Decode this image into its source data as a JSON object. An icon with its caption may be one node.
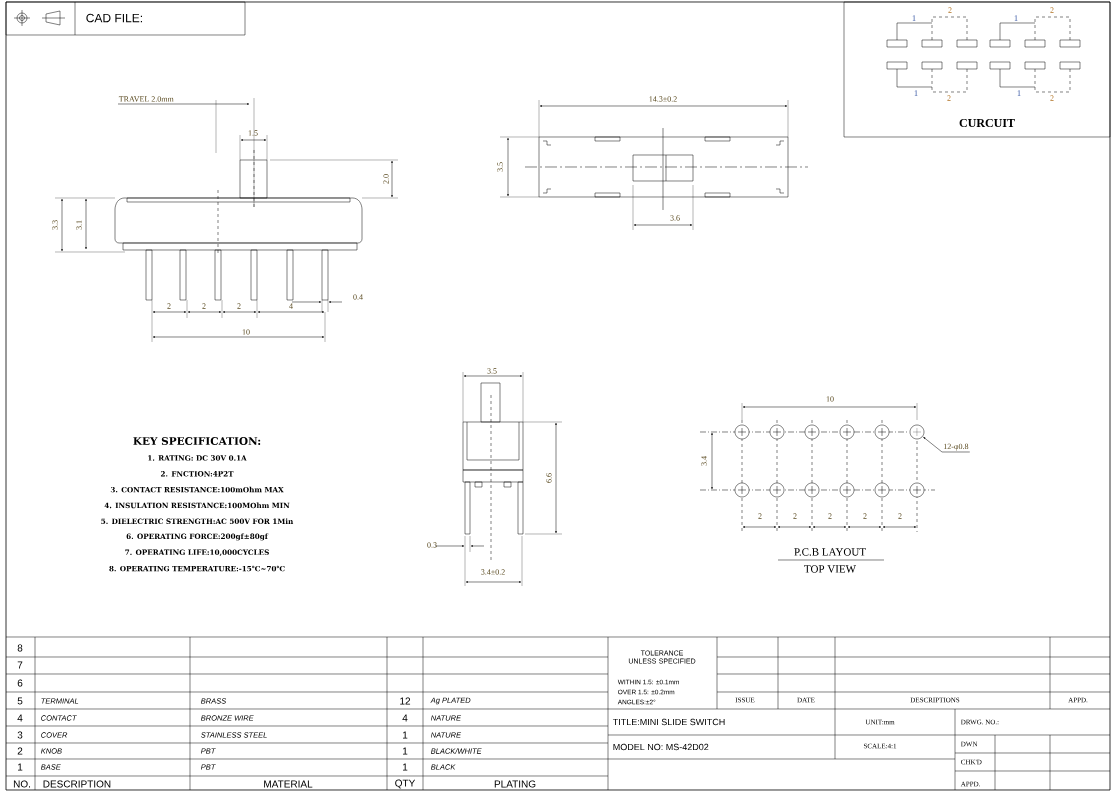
{
  "diagram": {
    "nodes": [
      {
        "text": [
          "12-φ0.8"
        ]
      },
      {
        "text": [],
        "shape": "circle"
      }
    ],
    "edges": [
      {
        "from": 0,
        "to": 1,
        "arrow": "to"
      }
    ],
    "labels": [
      "CAD FILE:",
      "1",
      "2",
      "1",
      "2",
      "1",
      "2",
      "1",
      "2",
      "CURCUIT",
      "TRAVEL 2.0mm",
      "14.3±0.2",
      "1.5",
      "2.0",
      "3.5",
      "3.3",
      "3.1",
      "3.6",
      "0.4",
      "2",
      "2",
      "2",
      "4",
      "10",
      "3.5",
      "10",
      "3.4",
      "6.6",
      "KEY SPECIFICATION:",
      "1. RATING: DC 30V 0.1A",
      "2. FNCTION:4P2T",
      "3. CONTACT RESISTANCE:100mOhm MAX",
      "4. INSULATION RESISTANCE:100MOhm MIN",
      "5. DIELECTRIC STRENGTH:AC 500V FOR 1Min",
      "6. OPERATING FORCE:200gf±80gf",
      "7. OPERATING LIFE:10,000CYCLES",
      "8. OPERATING TEMPERATURE:-15℃~70℃",
      "0.3",
      "3.4±0.2",
      "2",
      "2",
      "2",
      "2",
      "2",
      "P.C.B LAYOUT",
      "TOP VIEW",
      "8",
      "7",
      "6",
      "TOLERANCE UNLESS SPECIFIED",
      "5",
      "TERMINAL",
      "BRASS",
      "12",
      "Ag PLATED",
      "WITHIN 1.5: ±0.1mm",
      "OVER 1.5: ±0.2mm",
      "ANGLES:±2°",
      "ISSUE",
      "DATE",
      "DESCRIPTIONS",
      "APPD.",
      "4",
      "CONTACT",
      "BRONZE WIRE",
      "4",
      "NATURE",
      "TITLE:MINI SLIDE SWITCH",
      "UNIT:mm",
      "DRWG. NO.:",
      "3",
      "COVER",
      "STAINLESS STEEL",
      "1",
      "NATURE",
      "MODEL NO: MS-42D02",
      "SCALE:4:1",
      "DWN",
      "2",
      "KNOB",
      "PBT",
      "1",
      "BLACK/WHITE",
      "CHK'D",
      "1",
      "BASE",
      "PBT",
      "1",
      "BLACK",
      "APPD.",
      "NO.",
      "DESCRIPTION",
      "MATERIAL",
      "QTY",
      "PLATING"
    ]
  }
}
